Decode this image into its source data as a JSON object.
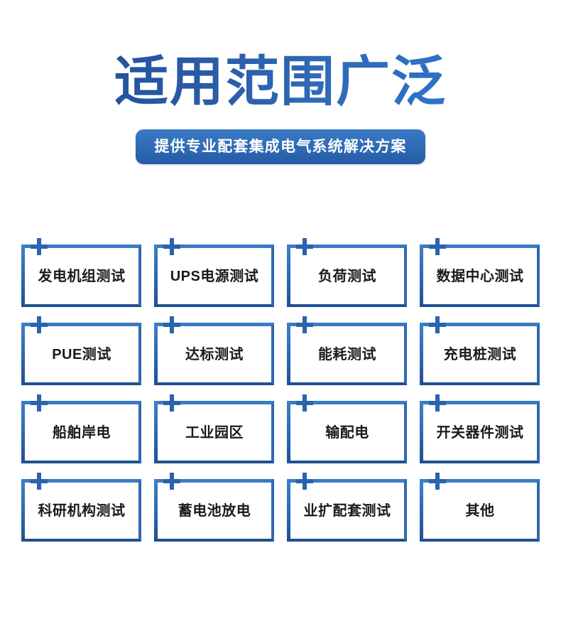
{
  "header": {
    "title": "适用范围广泛",
    "subtitle": "提供专业配套集成电气系统解决方案",
    "title_gradient_start": "#24539b",
    "title_gradient_end": "#2e72c8",
    "banner_color": "#2f6cb7",
    "banner_text_color": "#ffffff"
  },
  "grid": {
    "columns": 4,
    "rows": 4,
    "accent_color": "#2a63ae",
    "border_color": "#2f69b5",
    "label_color": "#1a1a1a",
    "plus_icon": "plus-icon",
    "cards": [
      {
        "label": "发电机组测试"
      },
      {
        "label": "UPS电源测试"
      },
      {
        "label": "负荷测试"
      },
      {
        "label": "数据中心测试"
      },
      {
        "label": "PUE测试"
      },
      {
        "label": "达标测试"
      },
      {
        "label": "能耗测试"
      },
      {
        "label": "充电桩测试"
      },
      {
        "label": "船舶岸电"
      },
      {
        "label": "工业园区"
      },
      {
        "label": "输配电"
      },
      {
        "label": "开关器件测试"
      },
      {
        "label": "科研机构测试"
      },
      {
        "label": "蓄电池放电"
      },
      {
        "label": "业扩配套测试"
      },
      {
        "label": "其他"
      }
    ]
  }
}
